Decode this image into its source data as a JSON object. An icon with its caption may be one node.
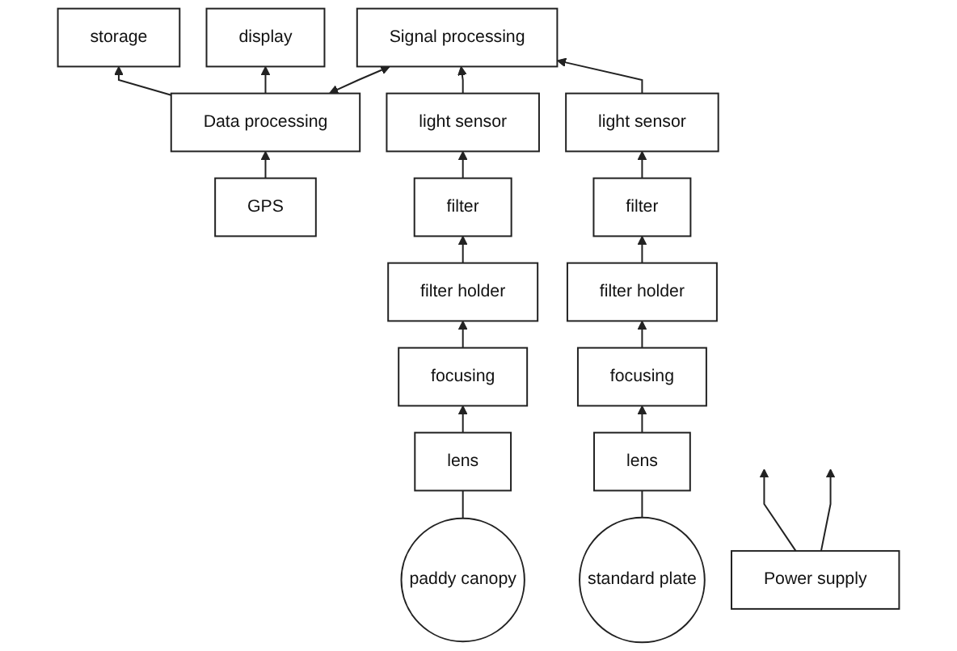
{
  "diagram": {
    "nodes": [
      {
        "text": [
          "Signal processing"
        ]
      },
      {
        "text": [
          "storage"
        ]
      },
      {
        "text": [
          "display"
        ]
      },
      {
        "text": [
          "Data processing"
        ]
      },
      {
        "text": [
          "GPS"
        ]
      },
      {
        "text": [
          "light sensor"
        ]
      },
      {
        "text": [
          "light sensor"
        ]
      },
      {
        "text": [
          "filter"
        ]
      },
      {
        "text": [
          "filter"
        ]
      },
      {
        "text": [
          "filter holder"
        ]
      },
      {
        "text": [
          "filter holder"
        ]
      },
      {
        "text": [
          "focusing"
        ]
      },
      {
        "text": [
          "focusing"
        ]
      },
      {
        "text": [
          "Power supply"
        ]
      },
      {
        "text": [
          "lens"
        ]
      },
      {
        "text": [
          "lens"
        ]
      },
      {
        "text": [
          "paddy canopy"
        ]
      },
      {
        "text": [
          "standard plate"
        ]
      }
    ],
    "edges": [
      {
        "from": 3,
        "to": 1,
        "arrow": "to"
      },
      {
        "from": 3,
        "to": 2,
        "arrow": "to"
      },
      {
        "from": 4,
        "to": 3,
        "arrow": "to"
      },
      {
        "from": 3,
        "to": 0,
        "arrow": "both"
      },
      {
        "from": 5,
        "to": 0,
        "arrow": "to"
      },
      {
        "from": 6,
        "to": 0,
        "arrow": "to"
      },
      {
        "from": 7,
        "to": 5,
        "arrow": "to"
      },
      {
        "from": 8,
        "to": 6,
        "arrow": "to"
      },
      {
        "from": 9,
        "to": 7,
        "arrow": "to"
      },
      {
        "from": 10,
        "to": 8,
        "arrow": "to"
      },
      {
        "from": 11,
        "to": 9,
        "arrow": "to"
      },
      {
        "from": 12,
        "to": 10,
        "arrow": "to"
      },
      {
        "from": 14,
        "to": 11,
        "arrow": "to"
      },
      {
        "from": 15,
        "to": 12,
        "arrow": "to"
      },
      {
        "from": 13,
        "to": null,
        "arrow": "to"
      },
      {
        "from": 13,
        "to": null,
        "arrow": "to"
      },
      {
        "from": 16,
        "to": 14,
        "arrow": "none"
      },
      {
        "from": 17,
        "to": 15,
        "arrow": "none"
      }
    ]
  }
}
